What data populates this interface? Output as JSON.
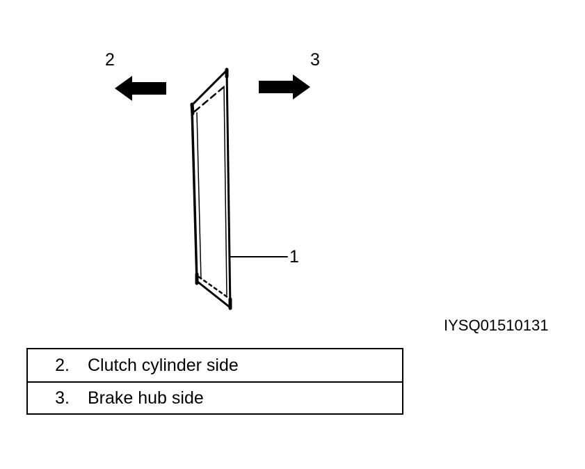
{
  "figure": {
    "callouts": {
      "one": "1",
      "two": "2",
      "three": "3"
    },
    "figure_id": "IYSQ01510131",
    "icons": {
      "left_arrow": "arrow-left-icon",
      "right_arrow": "arrow-right-icon",
      "part": "plate-part-icon"
    }
  },
  "legend": {
    "rows": [
      {
        "number": "2.",
        "text": "Clutch cylinder side"
      },
      {
        "number": "3.",
        "text": "Brake hub side"
      }
    ]
  },
  "colors": {
    "ink": "#000000",
    "background": "#ffffff"
  }
}
